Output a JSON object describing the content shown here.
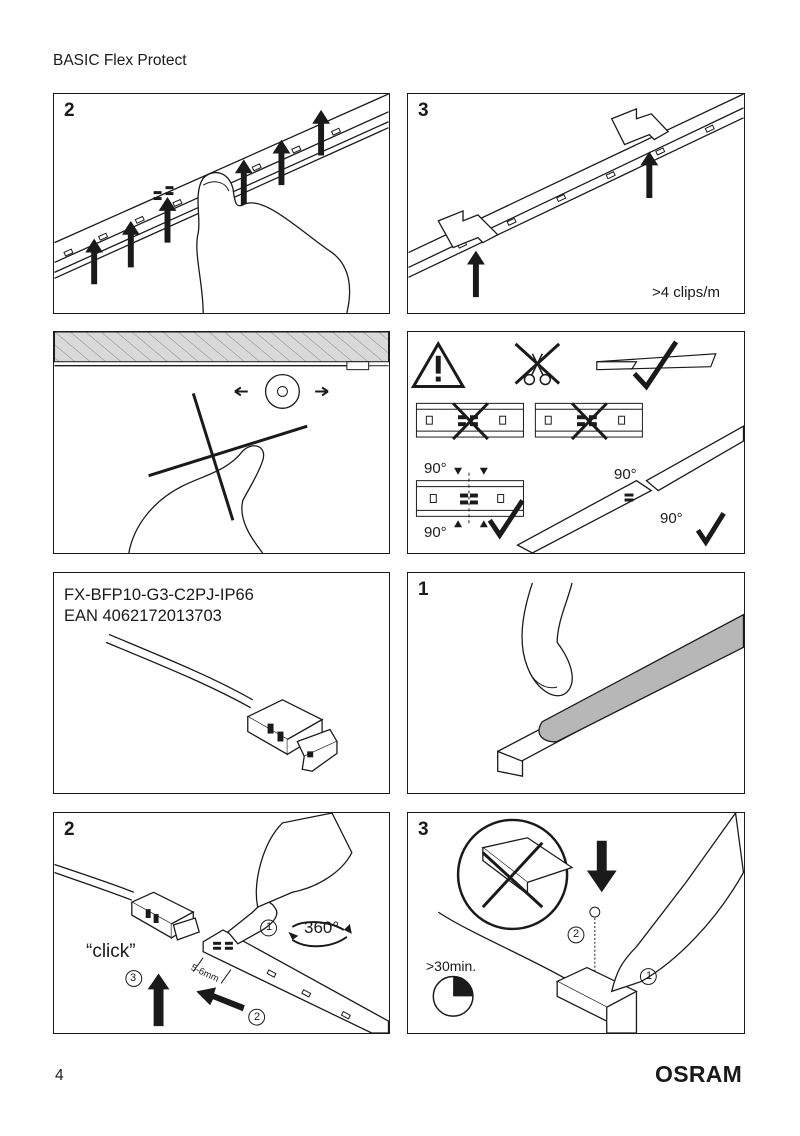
{
  "header": {
    "title": "BASIC Flex Protect"
  },
  "panels": {
    "p1": {
      "step": "2"
    },
    "p2": {
      "step": "3",
      "note": ">4 clips/m"
    },
    "p4": {
      "angle_top_left": "90°",
      "angle_top_right": "90°",
      "angle_bottom_left": "90°",
      "angle_bottom_right": "90°"
    },
    "p5": {
      "product_code": "FX-BFP10-G3-C2PJ-IP66",
      "ean": "EAN 4062172013703"
    },
    "p6": {
      "step": "1"
    },
    "p7": {
      "step": "2",
      "click": "“click”",
      "rotation": "360°",
      "gap": "5-6mm",
      "num1": "1",
      "num2": "2",
      "num3": "3"
    },
    "p8": {
      "step": "3",
      "time": ">30min.",
      "num1": "1",
      "num2": "2"
    }
  },
  "footer": {
    "page": "4",
    "brand": "OSRAM"
  }
}
